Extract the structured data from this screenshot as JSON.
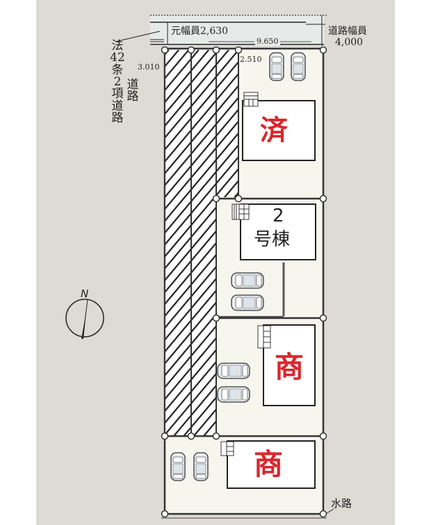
{
  "road": {
    "original_width_label": "元幅員2,630",
    "road_width_label_line1": "道路幅員",
    "road_width_label_line2": "4,000",
    "frontage_dim": "9.650",
    "left_dim": "3.010",
    "right_dim": "2.510",
    "legal_road_col1": [
      "法",
      "42",
      "条",
      "2",
      "項",
      "道",
      "路"
    ],
    "legal_road_col2": [
      "道",
      "路"
    ]
  },
  "compass": {
    "north_label": "N"
  },
  "lots": [
    {
      "id": "lot-1",
      "label": "済",
      "label_color": "#d9262e",
      "status": "sold",
      "parking_spaces": 2
    },
    {
      "id": "lot-2",
      "label_line1": "2",
      "label_line2": "号棟",
      "label_color": "#222222",
      "status": "available",
      "parking_spaces": 2
    },
    {
      "id": "lot-3",
      "label": "商",
      "label_color": "#d9262e",
      "status": "under-negotiation",
      "parking_spaces": 2
    },
    {
      "id": "lot-4",
      "label": "商",
      "label_color": "#d9262e",
      "status": "under-negotiation",
      "parking_spaces": 2
    }
  ],
  "waterway_label": "水路",
  "colors": {
    "background": "#dedad5",
    "road": "#e6ebe9",
    "lot_fill": "#f7f6ee",
    "building_fill": "#ffffff",
    "hatch": "#222222",
    "accent_red": "#d9262e"
  }
}
